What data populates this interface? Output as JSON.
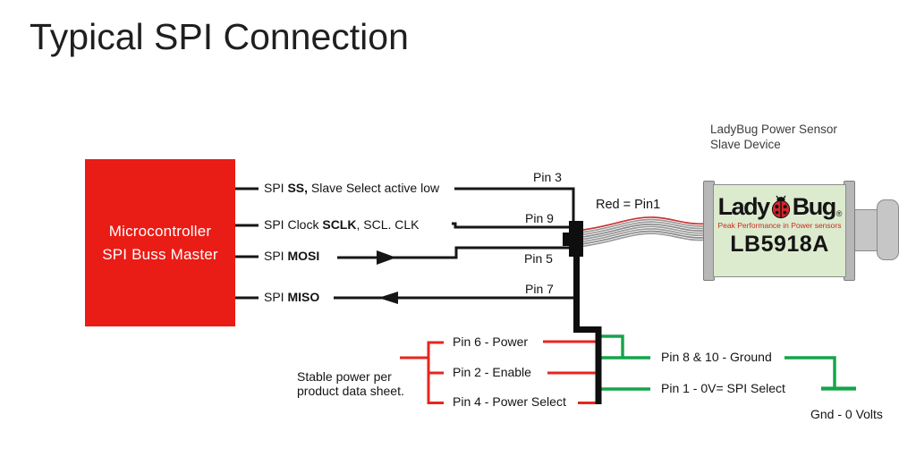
{
  "title": "Typical SPI Connection",
  "colors": {
    "master_box_red": "#ea1c16",
    "wire_red": "#e8251d",
    "wire_green": "#14a44a",
    "wire_black": "#161616",
    "ribbon_gray": "#9a9a9a",
    "ribbon_red_stripe": "#cc3333",
    "device_body_green": "#dcebce",
    "device_cap_gray": "#b7b7b7"
  },
  "master_box": {
    "line1": "Microcontroller",
    "line2": "SPI Buss Master"
  },
  "signals": {
    "ss": {
      "pre": "SPI ",
      "bold": "SS,",
      "post": " Slave Select active low",
      "pin": "Pin 3"
    },
    "sclk": {
      "pre": "SPI Clock ",
      "bold": "SCLK",
      "post": ", SCL. CLK",
      "pin": "Pin 9"
    },
    "mosi": {
      "pre": "SPI ",
      "bold": "MOSI",
      "pin": "Pin 5"
    },
    "miso": {
      "pre": "SPI ",
      "bold": "MISO",
      "pin": "Pin 7"
    }
  },
  "ribbon": {
    "label": "Red = Pin1"
  },
  "power": {
    "note_line1": "Stable power per",
    "note_line2": "product data sheet.",
    "pins": [
      "Pin 6 - Power",
      "Pin 2 - Enable",
      "Pin 4 - Power Select"
    ]
  },
  "ground": {
    "pin8_label": "Pin 8 & 10 - Ground",
    "pin1_label": "Pin 1 - 0V= SPI Select",
    "gnd_label": "Gnd - 0 Volts"
  },
  "device": {
    "header_line1": "LadyBug Power Sensor",
    "header_line2": "Slave Device",
    "logo_left": "Lady",
    "logo_right": "Bug",
    "logo_reg": "®",
    "tagline": "Peak Performance in Power sensors",
    "model": "LB5918A"
  }
}
